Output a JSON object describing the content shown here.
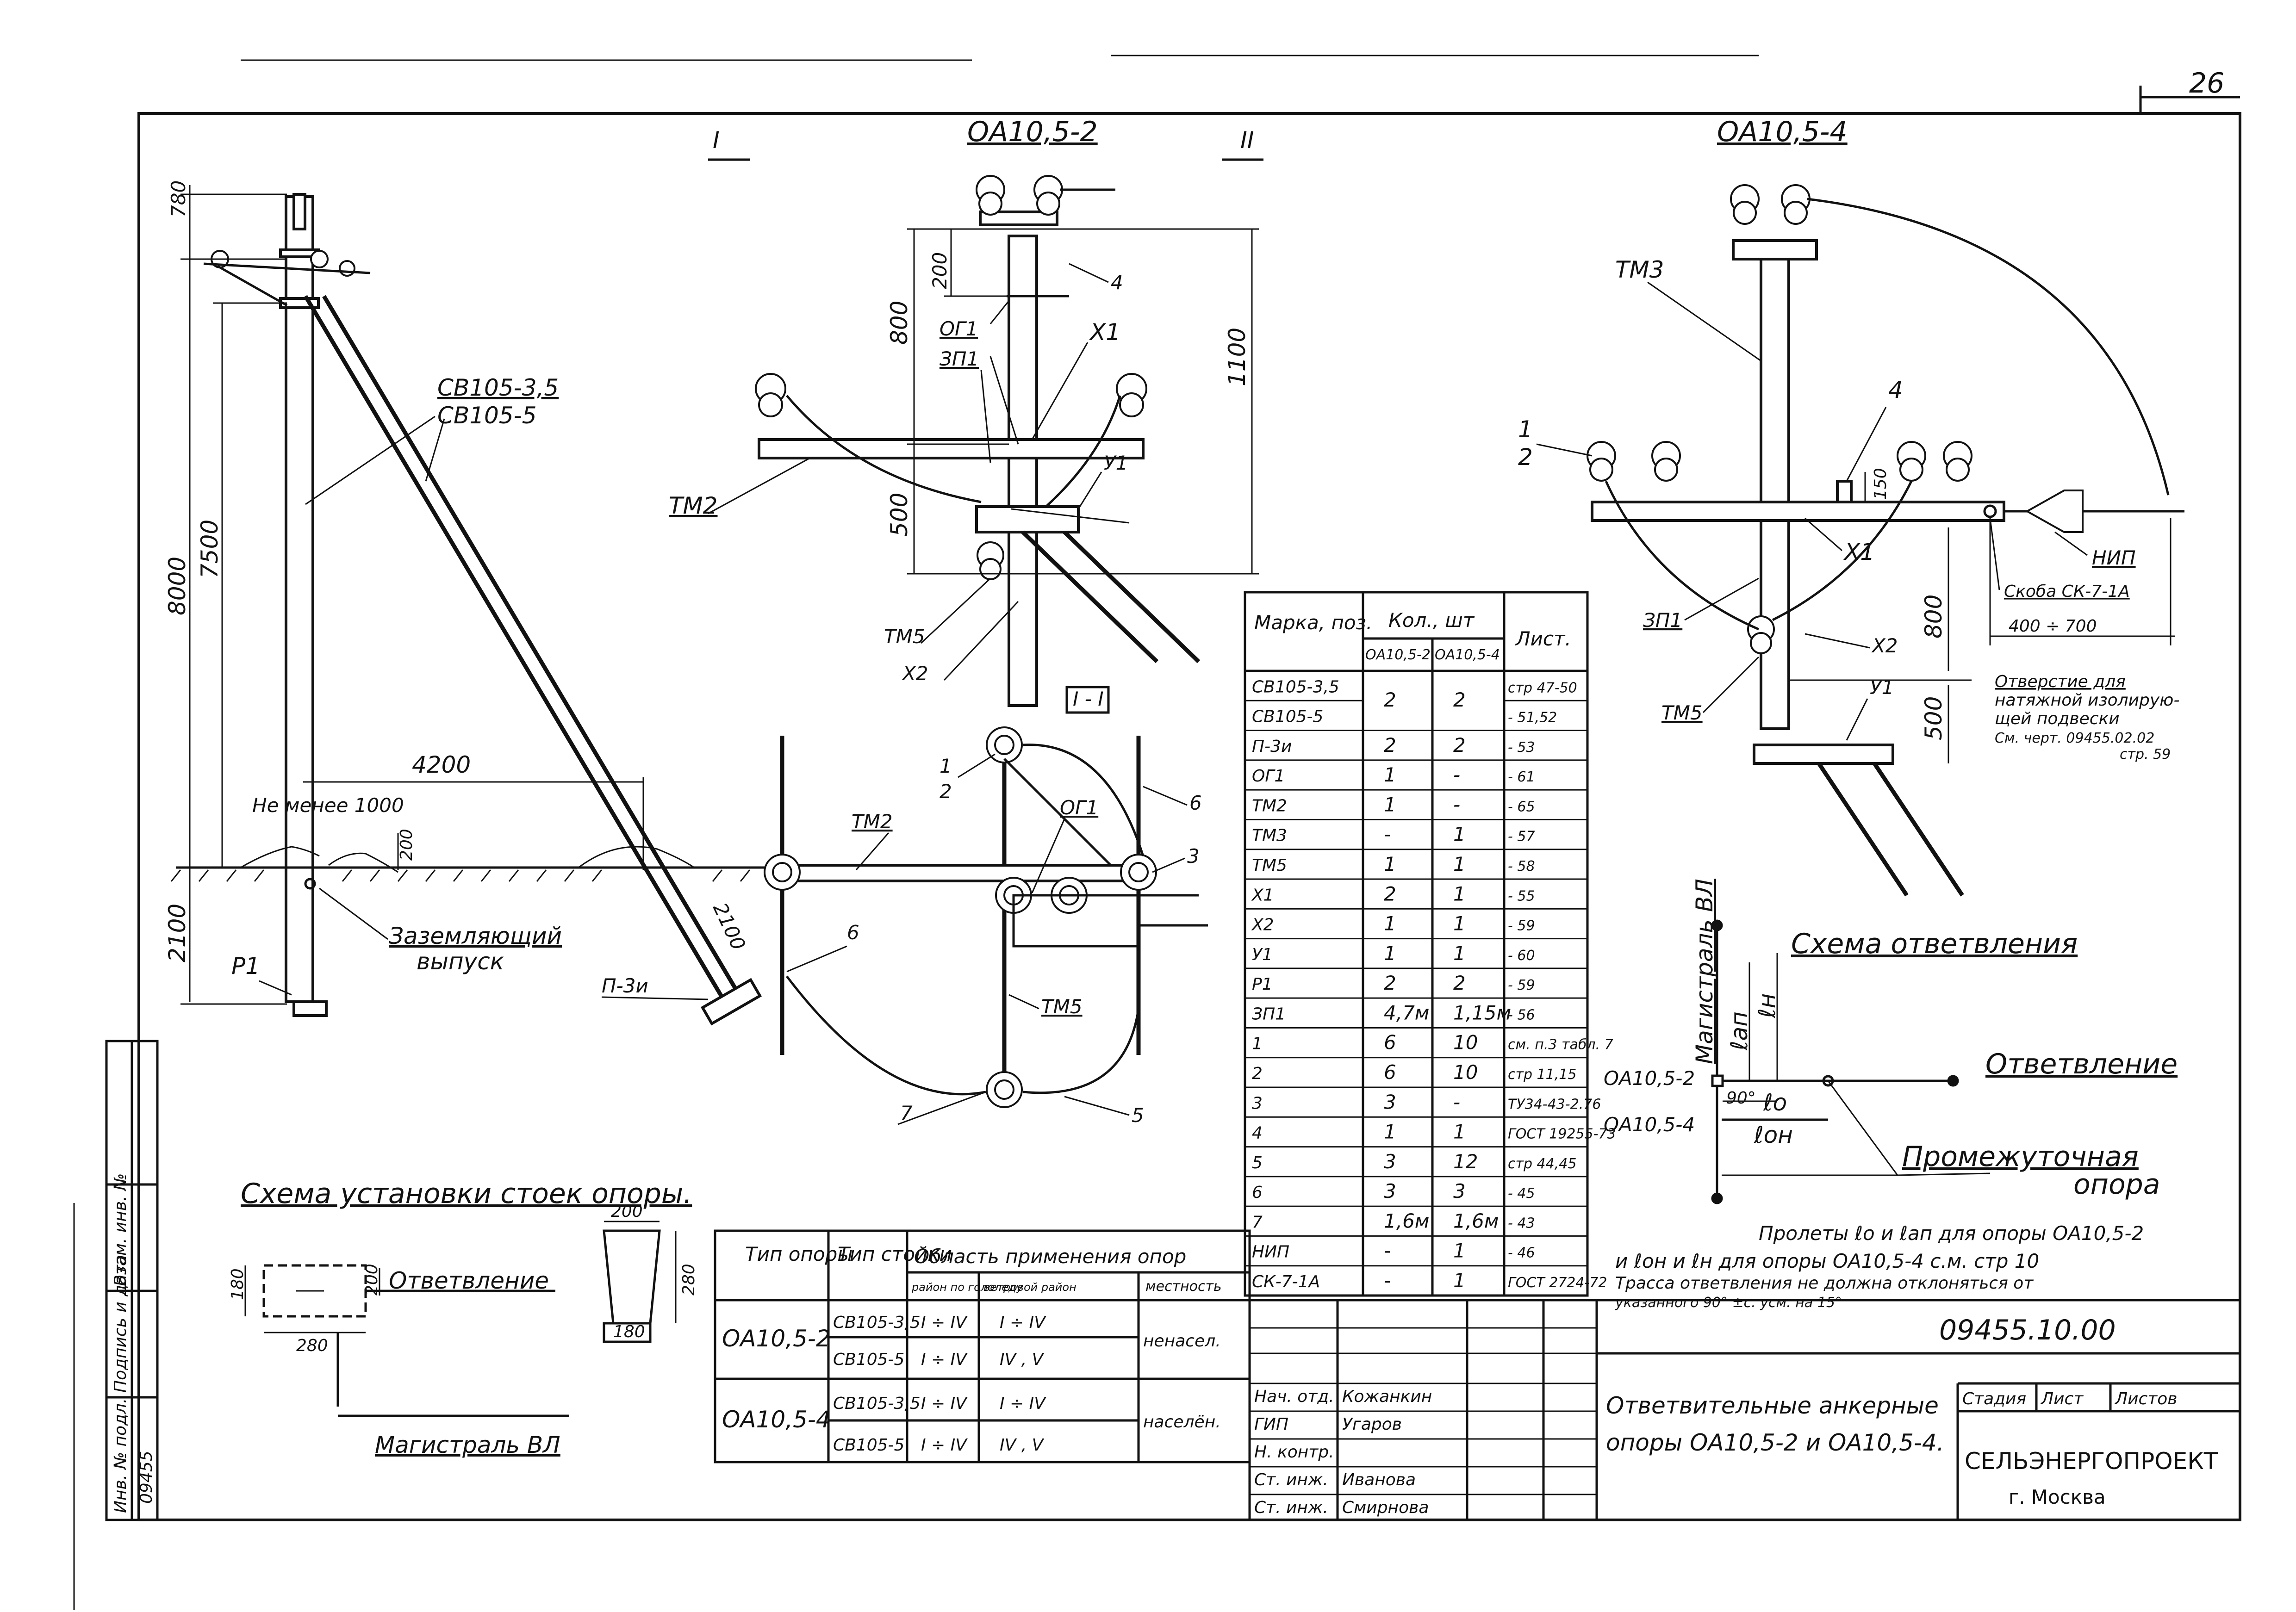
{
  "sheet_number": "26",
  "views": {
    "oa2_title": "ОА10,5-2",
    "oa4_title": "ОА10,5-4",
    "section_mark_1": "I",
    "section_mark_2": "II",
    "section_1_1": "I - I"
  },
  "side_view": {
    "dim_780": "780",
    "dim_8000": "8000",
    "dim_7500": "7500",
    "dim_2100": "2100",
    "dim_4200": "4200",
    "dim_200": "200",
    "dim_2100b": "2100",
    "label_cb1": "СВ105-3,5",
    "label_cb2": "СВ105-5",
    "label_min": "Не менее 1000",
    "label_ground": "Заземляющий",
    "label_ground2": "выпуск",
    "label_r1": "Р1",
    "label_p3n": "П-3и"
  },
  "oa2_view": {
    "dim_200": "200",
    "dim_800": "800",
    "dim_1100": "1100",
    "dim_500": "500",
    "labels": [
      "4",
      "ОГ1",
      "ЗП1",
      "Х1",
      "ТМ2",
      "У1",
      "ТМ5",
      "Х2"
    ]
  },
  "section_view": {
    "labels": [
      "1",
      "2",
      "ТМ2",
      "ОГ1",
      "6",
      "3",
      "6",
      "ТМ5",
      "7",
      "5"
    ]
  },
  "oa4_view": {
    "labels": [
      "ТМ3",
      "1",
      "2",
      "4",
      "ЗП1",
      "Х1",
      "ТМ5",
      "Х2",
      "У1",
      "НИП"
    ],
    "dim_150": "150",
    "dim_800": "800",
    "dim_500": "500",
    "dim_range": "400 ÷ 700",
    "bracket": "Скоба СК-7-1А",
    "note_hole_1": "Отверстие для",
    "note_hole_2": "натяжной изолирую-",
    "note_hole_3": "щей подвески",
    "note_hole_4": "См. черт. 09455.02.02",
    "note_hole_5": "стр. 59"
  },
  "branch_scheme": {
    "title": "Схема ответвления",
    "main_line": "Магистраль ВЛ",
    "branch": "Ответвление",
    "intermediate": "Промежуточная",
    "intermediate2": "опора",
    "oa2": "ОА10,5-2",
    "oa4": "ОА10,5-4",
    "angle": "90°",
    "l_ap": "ℓап",
    "l_n": "ℓн",
    "l_o": "ℓо",
    "l_on": "ℓон"
  },
  "install_scheme": {
    "title": "Схема установки стоек опоры.",
    "branch": "Ответвление",
    "main_line": "Магистраль ВЛ",
    "dim_180": "180",
    "dim_200": "200",
    "dim_280": "280",
    "dim_200b": "200",
    "dim_280b": "280",
    "dim_180b": "180"
  },
  "spans_note": {
    "line1": "Пролеты ℓо и ℓап для опоры ОА10,5-2",
    "line2": "и ℓон и ℓн для опоры ОА10,5-4 с.м. стр 10",
    "line3": "Трасса ответвления не должна отклоняться от",
    "line4": "указанного 90° ±с. усм. на 15°"
  },
  "materials_table": {
    "headers": [
      "Марка, поз.",
      "Кол., шт",
      "Лист."
    ],
    "subheaders": [
      "ОА10,5-2",
      "ОА10,5-4"
    ],
    "rows": [
      [
        "СВ105-3,5",
        "2",
        "2",
        "стр 47-50"
      ],
      [
        "СВ105-5",
        "",
        "",
        "- 51,52"
      ],
      [
        "П-3и",
        "2",
        "2",
        "- 53"
      ],
      [
        "ОГ1",
        "1",
        "-",
        "- 61"
      ],
      [
        "ТМ2",
        "1",
        "-",
        "- 65"
      ],
      [
        "ТМ3",
        "-",
        "1",
        "- 57"
      ],
      [
        "ТМ5",
        "1",
        "1",
        "- 58"
      ],
      [
        "Х1",
        "2",
        "1",
        "- 55"
      ],
      [
        "Х2",
        "1",
        "1",
        "- 59"
      ],
      [
        "У1",
        "1",
        "1",
        "- 60"
      ],
      [
        "Р1",
        "2",
        "2",
        "- 59"
      ],
      [
        "ЗП1",
        "4,7м",
        "1,15м",
        "- 56"
      ],
      [
        "1",
        "6",
        "10",
        "см. п.3 табл. 7"
      ],
      [
        "2",
        "6",
        "10",
        "стр 11,15"
      ],
      [
        "3",
        "3",
        "-",
        "ТУ34-43-2.76"
      ],
      [
        "4",
        "1",
        "1",
        "ГОСТ 19255-73"
      ],
      [
        "5",
        "3",
        "12",
        "стр 44,45"
      ],
      [
        "6",
        "3",
        "3",
        "- 45"
      ],
      [
        "7",
        "1,6м",
        "1,6м",
        "- 43"
      ],
      [
        "НИП",
        "-",
        "1",
        "- 46"
      ],
      [
        "СК-7-1А",
        "-",
        "1",
        "ГОСТ 2724-72"
      ]
    ]
  },
  "usage_table": {
    "headers": [
      "Тип опоры",
      "Тип стойки",
      "Область применения опор"
    ],
    "subheaders": [
      "район по гололеду",
      "ветровой район",
      "местность"
    ],
    "rows": [
      [
        "ОА10,5-2",
        "СВ105-3,5",
        "I ÷ IV",
        "I ÷ IV",
        "ненасел."
      ],
      [
        "",
        "СВ105-5",
        "I ÷ IV",
        "IV , V",
        ""
      ],
      [
        "ОА10,5-4",
        "СВ105-3,5",
        "I ÷ IV",
        "I ÷ IV",
        "населён."
      ],
      [
        "",
        "СВ105-5",
        "I ÷ IV",
        "IV , V",
        ""
      ]
    ]
  },
  "title_block": {
    "code": "09455.10.00",
    "title_line1": "Ответвительные анкерные",
    "title_line2": "опоры ОА10,5-2 и ОА10,5-4.",
    "stage": "Стадия",
    "sheet": "Лист",
    "sheets": "Листов",
    "org1": "СЕЛЬЭНЕРГОПРОЕКТ",
    "org2": "г. Москва",
    "roles": [
      "Нач. отд.",
      "ГИП",
      "Н. контр.",
      "Ст. инж.",
      "Ст. инж."
    ],
    "names": [
      "Кожанкин",
      "Угаров",
      "",
      "Иванова",
      "Смирнова"
    ]
  },
  "side_stamp": {
    "cols": [
      "Инв. № подл.",
      "Подпись и дата",
      "Взам. инв. №"
    ],
    "value": "09455"
  }
}
